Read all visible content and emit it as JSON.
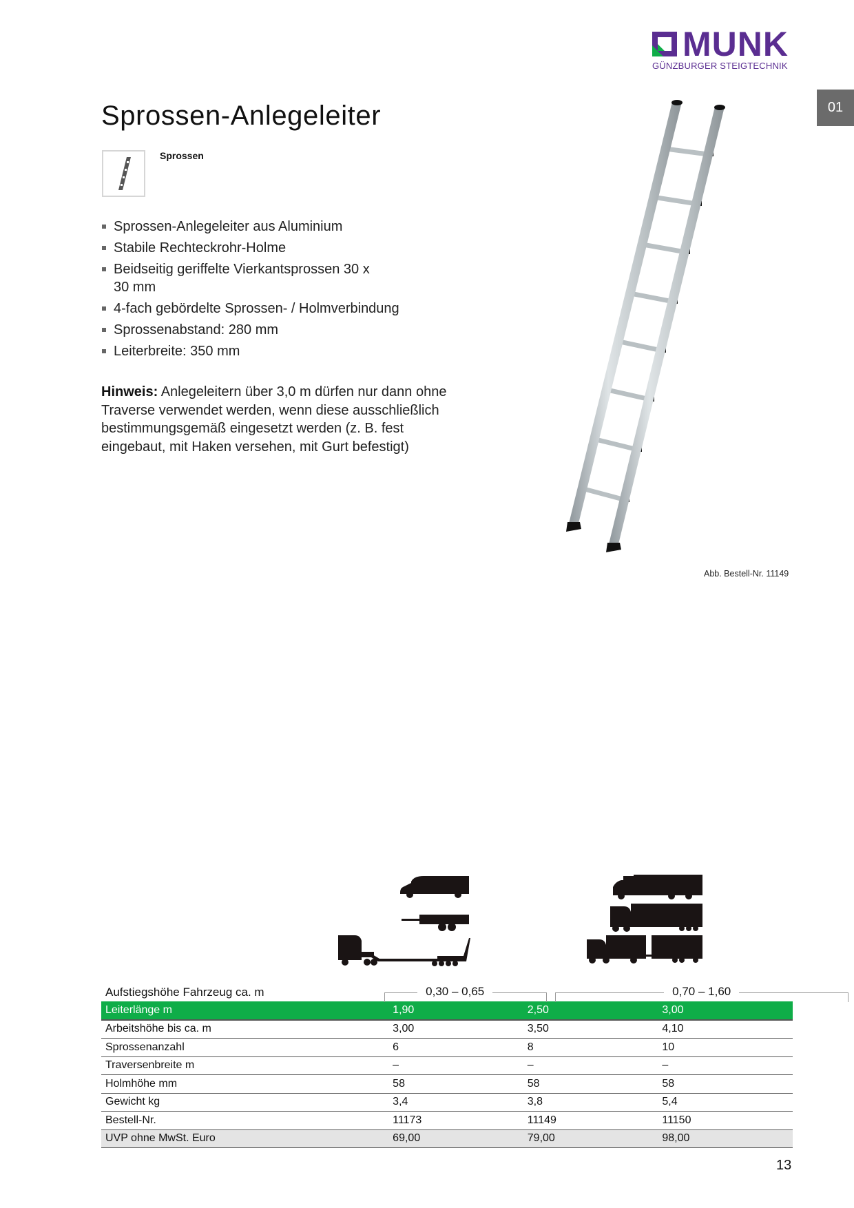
{
  "brand": {
    "name": "MUNK",
    "tagline": "GÜNZBURGER STEIGTECHNIK",
    "color_purple": "#5a2d91",
    "color_green": "#0fad48"
  },
  "chapter": "01",
  "title": "Sprossen-Anlegeleiter",
  "rung_icon": {
    "icon": "rung-icon",
    "label": "Sprossen"
  },
  "features": [
    "Sprossen-Anlegeleiter aus Aluminium",
    "Stabile Rechteckrohr-Holme",
    "Beidseitig geriffelte Vierkantsprossen 30 x 30 mm",
    "4-fach gebördelte Sprossen- / Holmverbindung",
    "Sprossenabstand: 280 mm",
    "Leiterbreite: 350 mm"
  ],
  "note": {
    "label": "Hinweis:",
    "text": "Anlegeleitern über 3,0 m dürfen nur dann ohne Traverse verwendet werden, wenn diese ausschließlich bestimmungsgemäß eingesetzt werden (z. B. fest eingebaut, mit Haken versehen, mit Gurt befestigt)"
  },
  "image_caption": "Abb. Bestell-Nr. 11149",
  "vehicle_groups": [
    {
      "icons": [
        "van-icon",
        "trailer-icon",
        "lowbed-truck-icon"
      ]
    },
    {
      "icons": [
        "box-truck-icon",
        "semi-trailer-icon",
        "truck-trailer-icon"
      ]
    }
  ],
  "table": {
    "height_label": "Aufstiegshöhe Fahrzeug ca. m",
    "ranges": [
      "0,30 – 0,65",
      "0,70 – 1,60"
    ],
    "rows": [
      {
        "label": "Leiterlänge m",
        "values": [
          "1,90",
          "2,50",
          "3,00"
        ],
        "style": "green"
      },
      {
        "label": "Arbeitshöhe bis ca. m",
        "values": [
          "3,00",
          "3,50",
          "4,10"
        ]
      },
      {
        "label": "Sprossenanzahl",
        "values": [
          "6",
          "8",
          "10"
        ]
      },
      {
        "label": "Traversenbreite m",
        "values": [
          "–",
          "–",
          "–"
        ]
      },
      {
        "label": "Holmhöhe mm",
        "values": [
          "58",
          "58",
          "58"
        ]
      },
      {
        "label": "Gewicht kg",
        "values": [
          "3,4",
          "3,8",
          "5,4"
        ]
      },
      {
        "label": "Bestell-Nr.",
        "values": [
          "11173",
          "11149",
          "11150"
        ]
      },
      {
        "label": "UVP ohne MwSt. Euro",
        "values": [
          "69,00",
          "79,00",
          "98,00"
        ],
        "style": "grey"
      }
    ]
  },
  "page_number": "13"
}
